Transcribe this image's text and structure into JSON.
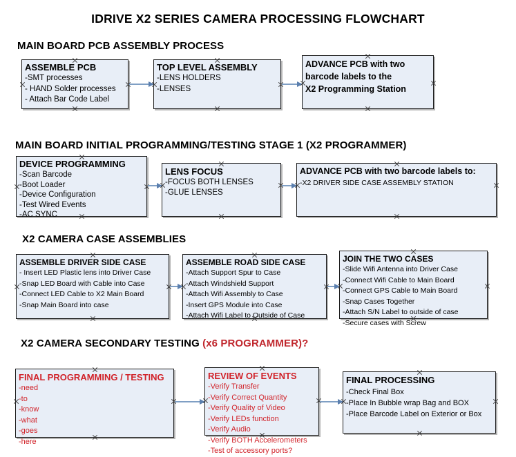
{
  "document": {
    "title": "IDRIVE X2  SERIES CAMERA PROCESSING FLOWCHART",
    "accent_color": "#d1232a",
    "node_fill": "#e8eef7",
    "node_border": "#1b1b1b",
    "connector_color": "#7f9fc4"
  },
  "sections": [
    {
      "heading": "MAIN BOARD PCB ASSEMBLY PROCESS",
      "accent": ""
    },
    {
      "heading": "MAIN BOARD INITIAL PROGRAMMING/TESTING STAGE 1 (X2 PROGRAMMER)",
      "accent": ""
    },
    {
      "heading": "X2 CAMERA CASE ASSEMBLIES",
      "accent": ""
    },
    {
      "heading": "X2 CAMERA SECONDARY TESTING ",
      "accent": "(x6 PROGRAMMER)?"
    }
  ],
  "nodes": [
    {
      "id": "assemble-pcb",
      "title": "ASSEMBLE PCB",
      "lines": [
        "-SMT processes",
        "- HAND Solder processes",
        "- Attach Bar Code Label"
      ]
    },
    {
      "id": "top-level-assembly",
      "title": "TOP LEVEL ASSEMBLY",
      "lines": [
        "-LENS HOLDERS",
        "-LENSES"
      ]
    },
    {
      "id": "advance-pcb-programming-station",
      "title": "ADVANCE PCB with two",
      "lines": [
        "barcode labels to the",
        " X2 Programming Station"
      ]
    },
    {
      "id": "device-programming",
      "title": "DEVICE PROGRAMMING",
      "lines": [
        "-Scan Barcode",
        "-Boot Loader",
        "-Device Configuration",
        "-Test Wired Events",
        "-AC SYNC"
      ]
    },
    {
      "id": "lens-focus",
      "title": "LENS FOCUS",
      "lines": [
        "-FOCUS BOTH LENSES",
        "-GLUE LENSES"
      ]
    },
    {
      "id": "advance-pcb-driver-side",
      "title": "ADVANCE PCB with two barcode labels to:",
      "lines": [
        "-X2 DRIVER  SIDE  CASE  ASSEMBLY STATION"
      ]
    },
    {
      "id": "assemble-driver-side-case",
      "title": "ASSEMBLE DRIVER SIDE CASE",
      "lines": [
        "- Insert LED Plastic lens into Driver Case",
        "-Snap LED Board with Cable into Case",
        "-Connect LED Cable to X2 Main Board",
        "-Snap Main Board into case"
      ]
    },
    {
      "id": "assemble-road-side-case",
      "title": "ASSEMBLE ROAD SIDE CASE",
      "lines": [
        "-Attach Support Spur to Case",
        "-Attach Windshield Support",
        "-Attach Wifi Assembly to Case",
        "-Insert GPS Module into Case",
        "-Attach Wifi Label to Outside of Case"
      ]
    },
    {
      "id": "join-the-two-cases",
      "title": "JOIN THE TWO CASES",
      "lines": [
        "-Slide Wifi Antenna into Driver Case",
        "-Connect Wifi Cable to Main Board",
        "-Connect GPS Cable to Main Board",
        "-Snap Cases Together",
        "-Attach S/N Label to outside of case",
        "-Secure cases with Screw"
      ]
    },
    {
      "id": "final-programming-testing",
      "title": "FINAL PROGRAMMING / TESTING",
      "lines": [
        "-need",
        "-to",
        "-know",
        "-what",
        "-goes",
        "-here"
      ]
    },
    {
      "id": "review-of-events",
      "title": "REVIEW OF EVENTS",
      "lines": [
        "-Verify Transfer",
        "-Verify Correct Quantity",
        "-Verify Quality of Video",
        "-Verify LEDs function",
        "-Verify Audio",
        "-Verify BOTH Accelerometers",
        "-Test of accessory ports?"
      ]
    },
    {
      "id": "final-processing",
      "title": "FINAL PROCESSING",
      "lines": [
        " -Check Final Box",
        "-Place In Bubble wrap Bag and BOX",
        "-Place Barcode Label on Exterior or Box"
      ]
    }
  ]
}
